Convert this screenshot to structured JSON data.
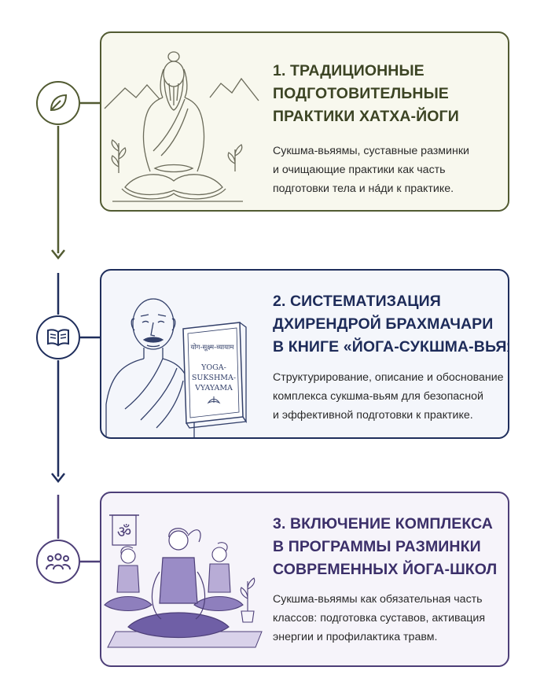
{
  "steps": [
    {
      "icon": "leaf-icon",
      "color": "#525b32",
      "title_lines": [
        "1. ТРАДИЦИОННЫЕ",
        "ПОДГОТОВИТЕЛЬНЫЕ",
        "ПРАКТИКИ ХАТХА-ЙОГИ"
      ],
      "desc_lines": [
        "Сукшма-вьяямы, суставные разминки",
        "и очищающие практики как часть",
        "подготовки тела и на́ди к практике."
      ]
    },
    {
      "icon": "open-book-icon",
      "color": "#1f2e5c",
      "title_lines": [
        "2. СИСТЕМАТИЗАЦИЯ",
        "ДХИРЕНДРОЙ БРАХМАЧАРИ",
        "В КНИГЕ «ЙОГА-СУКШМА-ВЬЯЯМА»"
      ],
      "desc_lines": [
        "Структурирование, описание и обоснование",
        "комплекса сукшма-вьям для безопасной",
        "и эффективной подготовки к практике."
      ],
      "book": {
        "devanagari": "योग-सूक्ष्म-व्यायाम",
        "title_lines": [
          "YOGA-",
          "SUKSHMA-",
          "VYAYAMA"
        ]
      }
    },
    {
      "icon": "group-icon",
      "color": "#4d3f78",
      "title_lines": [
        "3. ВКЛЮЧЕНИЕ КОМПЛЕКСА",
        "В ПРОГРАММЫ РАЗМИНКИ",
        "СОВРЕМЕННЫХ ЙОГА-ШКОЛ"
      ],
      "desc_lines": [
        "Сукшма-вьяямы как обязательная часть",
        "классов: подготовка суставов, активация",
        "энергии и профилактика травм."
      ],
      "banner_symbol": "ॐ"
    }
  ]
}
